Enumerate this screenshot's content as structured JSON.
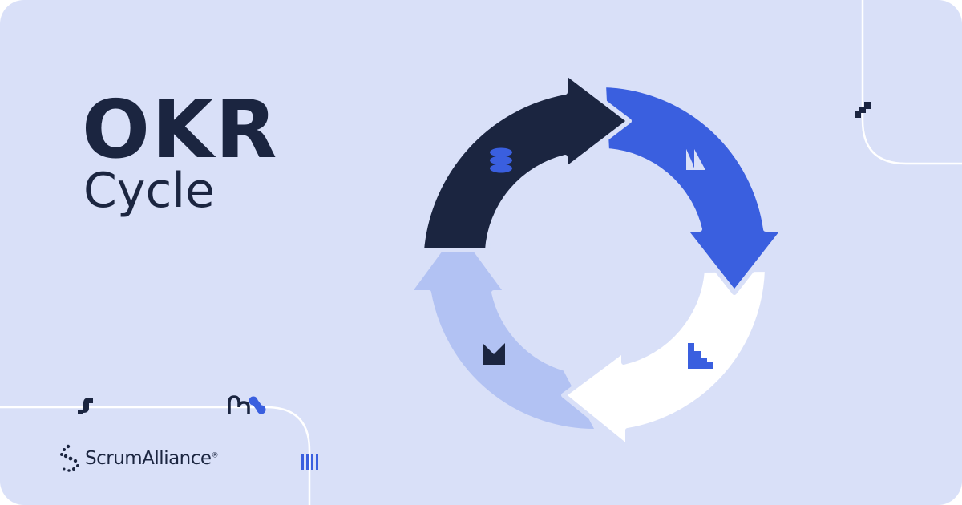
{
  "title": {
    "main": "OKR",
    "sub": "Cycle"
  },
  "logo": {
    "text": "ScrumAlliance",
    "mark": "®"
  },
  "colors": {
    "background": "#d9e0f8",
    "navy": "#1b2540",
    "blue": "#3a5fdf",
    "light_blue": "#b2c2f3",
    "white": "#ffffff",
    "line": "#ffffff"
  },
  "cycle": {
    "segments": [
      {
        "name": "top-left",
        "color": "navy",
        "icon": "stacked-discs-icon"
      },
      {
        "name": "right",
        "color": "blue",
        "icon": "split-peaks-icon"
      },
      {
        "name": "bottom",
        "color": "white",
        "icon": "stairs-step-icon"
      },
      {
        "name": "left",
        "color": "light_blue",
        "icon": "notched-block-icon"
      }
    ]
  },
  "decorative_icons": [
    "stair-squiggle-icon",
    "s-curve-icon",
    "m-wave-icon",
    "blue-link-icon",
    "vertical-bars-icon"
  ]
}
